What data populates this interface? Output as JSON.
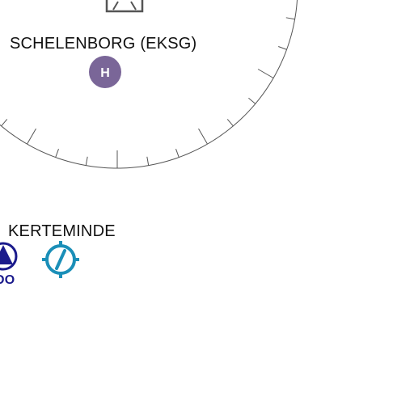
{
  "map": {
    "airfield": {
      "label": "SCHELENBORG (EKSG)",
      "heliport_symbol": "H",
      "heliport_icon": "heliport-icon",
      "heliport_color": "#7a6698",
      "top_symbol_icon": "airport-building-icon",
      "top_symbol_color": "#555555"
    },
    "compass_rose": {
      "icon": "compass-rose-ticks",
      "color": "#555555"
    },
    "kerteminde": {
      "label": "KERTEMINDE",
      "navaid_icon": "vor-triangle-icon",
      "navaid_color": "#1a1a8c",
      "navaid_id_partial": "DO",
      "glider_icon": "glider-site-icon",
      "glider_color": "#1b8fb8"
    },
    "background_color": "#ffffff"
  }
}
